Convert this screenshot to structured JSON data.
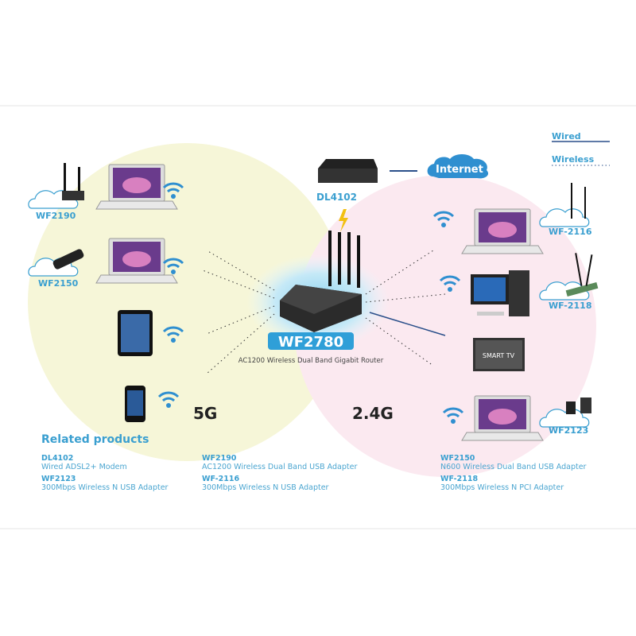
{
  "legend": {
    "wired": "Wired",
    "wireless": "Wireless"
  },
  "router": {
    "model": "WF2780",
    "description": "AC1200 Wireless Dual Band Gigabit Router"
  },
  "modem": {
    "model": "DL4102"
  },
  "internet": {
    "label": "Internet"
  },
  "bands": {
    "left": "5G",
    "right": "2.4G"
  },
  "left_devices": [
    {
      "adapter": "WF2190"
    },
    {
      "adapter": "WF2150"
    }
  ],
  "right_devices": [
    {
      "adapter": "WF-2116"
    },
    {
      "adapter": "WF-2118"
    },
    {
      "tv_label": "SMART TV"
    },
    {
      "adapter": "WF2123"
    }
  ],
  "related": {
    "title": "Related products",
    "items": [
      {
        "name": "DL4102",
        "desc": "Wired ADSL2+ Modem"
      },
      {
        "name": "WF2190",
        "desc": "AC1200 Wireless Dual Band USB Adapter"
      },
      {
        "name": "WF2150",
        "desc": "N600 Wireless Dual Band USB Adapter"
      },
      {
        "name": "WF2123",
        "desc": "300Mbps Wireless N USB Adapter"
      },
      {
        "name": "WF-2116",
        "desc": "300Mbps Wireless N USB Adapter"
      },
      {
        "name": "WF-2118",
        "desc": "300Mbps Wireless N PCI Adapter"
      }
    ]
  },
  "colors": {
    "accent": "#3a9fd0",
    "five_g": "#f6f6d8",
    "two_four_g": "#fbe9f0"
  }
}
